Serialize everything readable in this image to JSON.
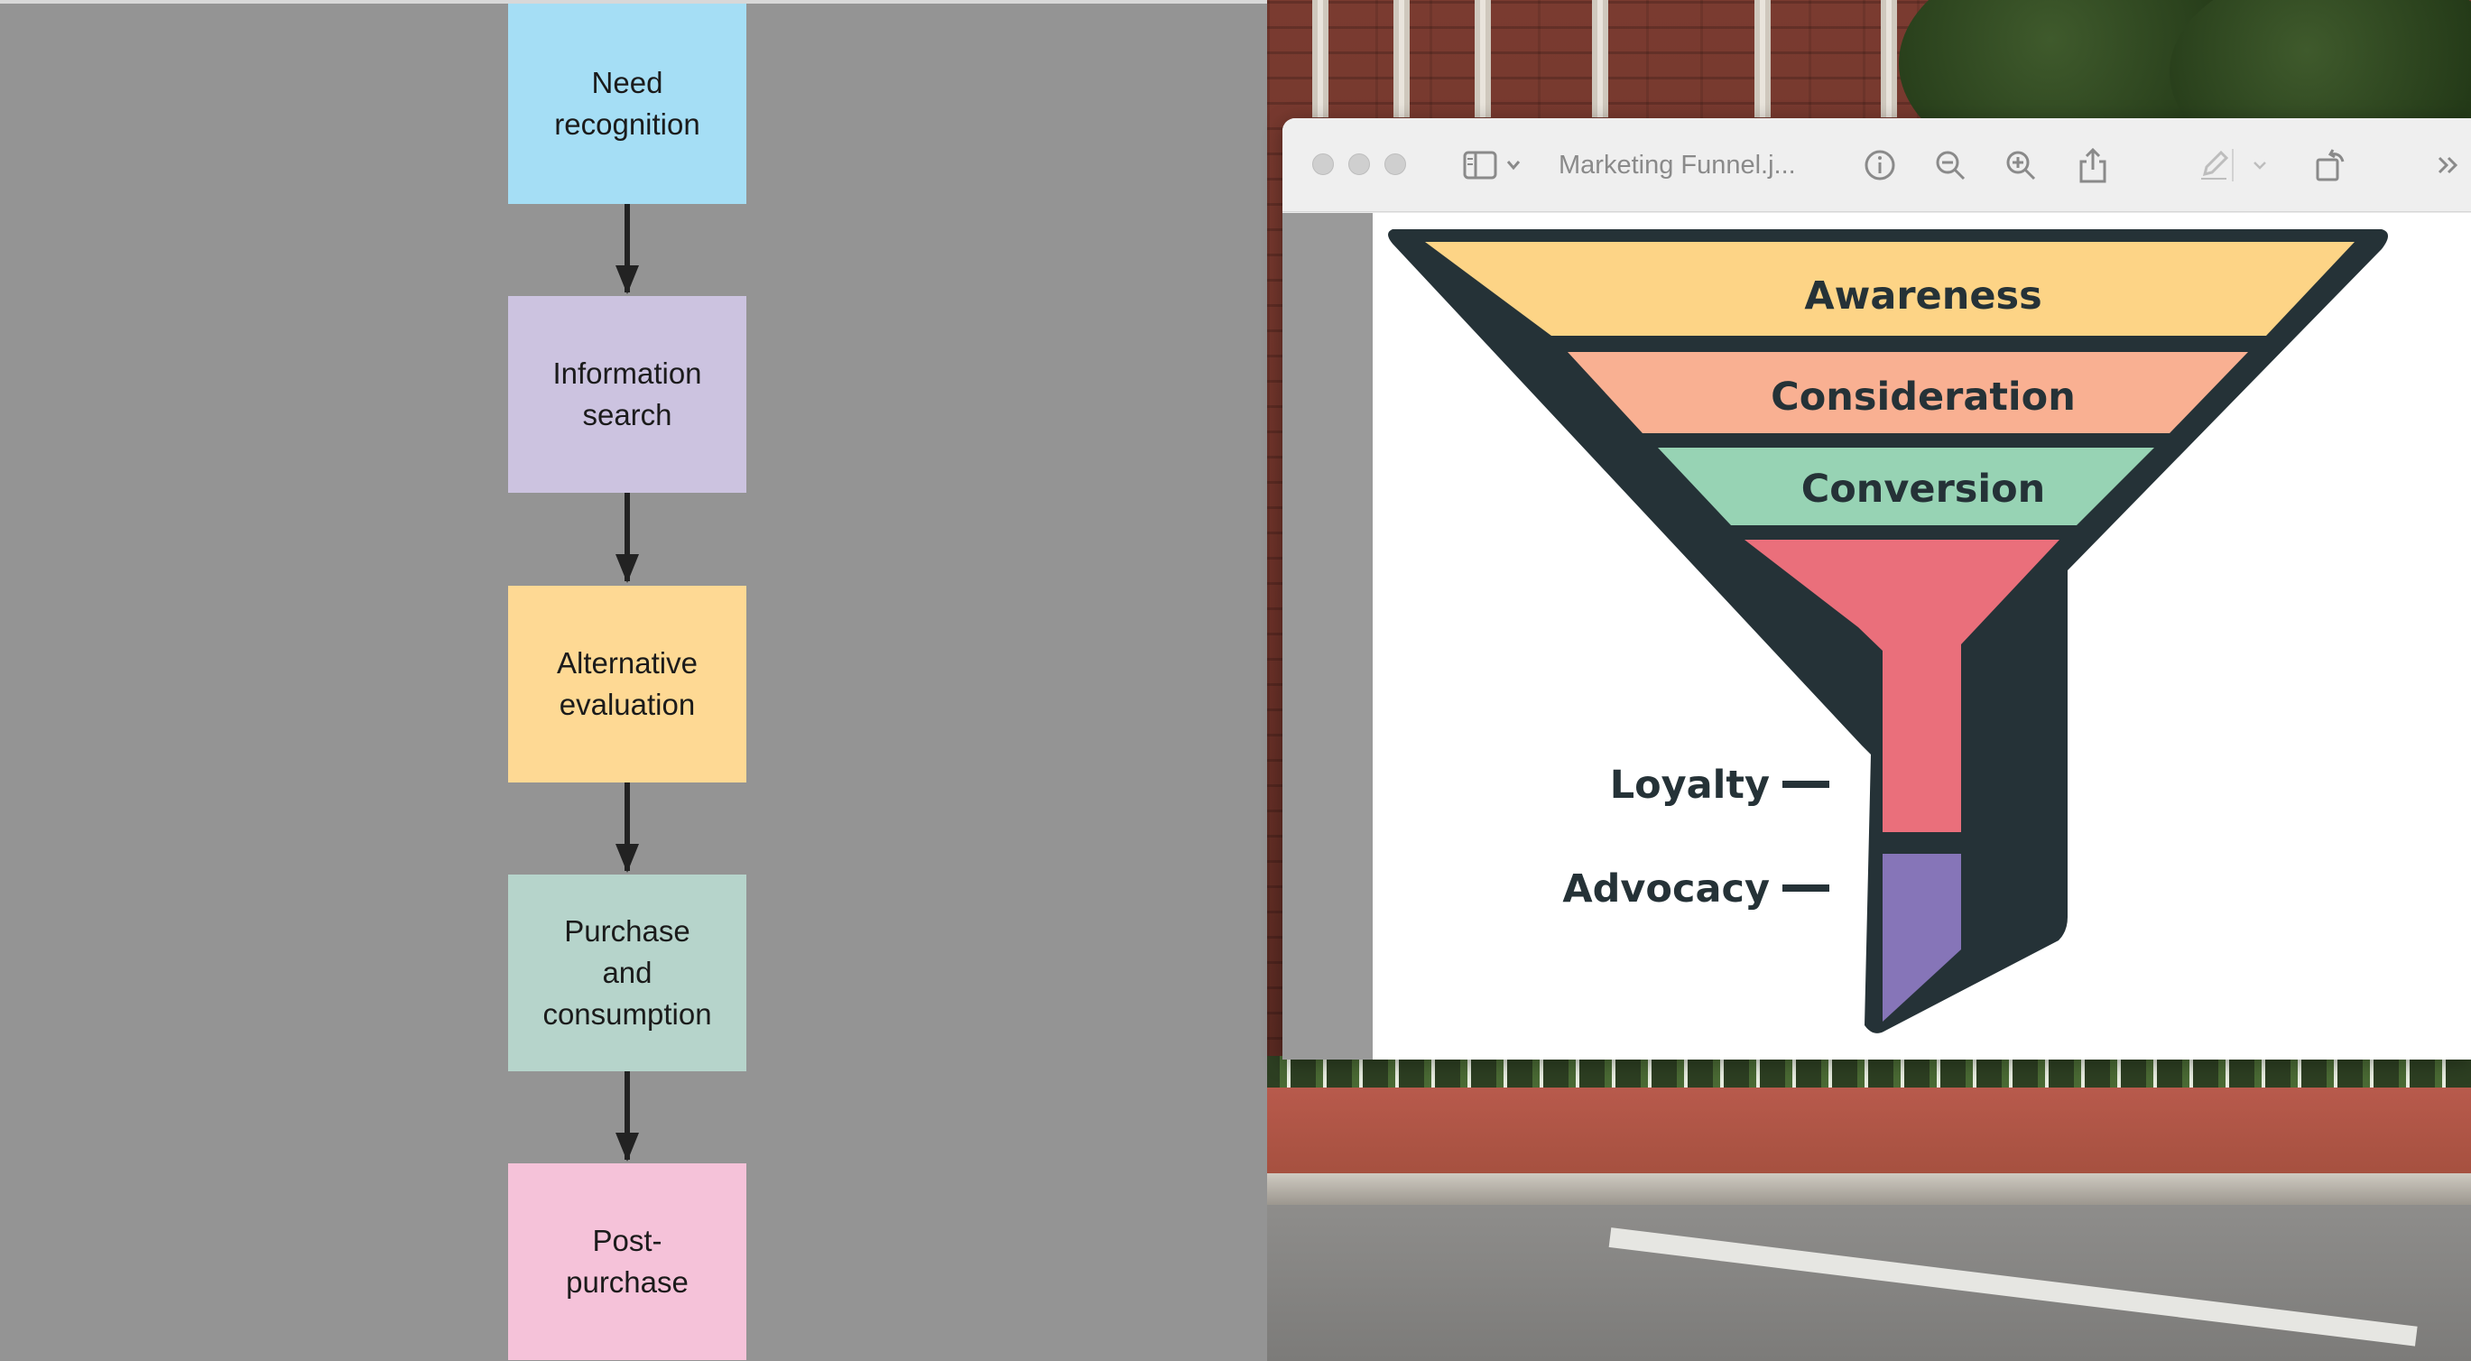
{
  "flowchart": {
    "steps": [
      {
        "label": "Need\nrecognition",
        "color": "#a5def5"
      },
      {
        "label": "Information\nsearch",
        "color": "#ccc3e0"
      },
      {
        "label": "Alternative\nevaluation",
        "color": "#fed994"
      },
      {
        "label": "Purchase\nand\nconsumption",
        "color": "#b6d4cb"
      },
      {
        "label": "Post-\npurchase",
        "color": "#f5c2d9"
      }
    ]
  },
  "preview_window": {
    "title": "Marketing Funnel.j...",
    "toolbar": {
      "sidebar_toggle_icon": "sidebar-icon",
      "info_icon": "info-icon",
      "zoom_out_icon": "zoom-out-icon",
      "zoom_in_icon": "zoom-in-icon",
      "share_icon": "share-icon",
      "markup_icon": "pencil-icon",
      "rotate_icon": "rotate-icon",
      "more_icon": "chevrons-right-icon"
    }
  },
  "funnel": {
    "stages": [
      {
        "label": "Awareness",
        "color": "#fdd486"
      },
      {
        "label": "Consideration",
        "color": "#f9b092"
      },
      {
        "label": "Conversion",
        "color": "#97d3b4"
      },
      {
        "label": "Loyalty",
        "color": "#ea6f7b"
      },
      {
        "label": "Advocacy",
        "color": "#8675b8"
      }
    ],
    "outline_color": "#253237"
  }
}
